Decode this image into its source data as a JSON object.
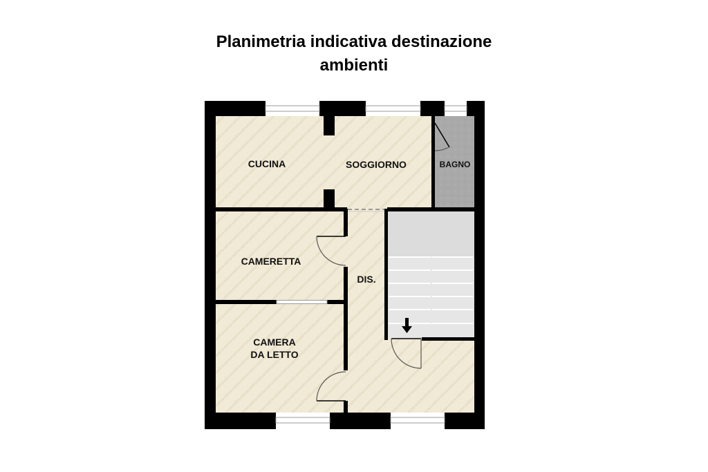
{
  "title": {
    "line1": "Planimetria indicativa destinazione",
    "line2": "ambienti"
  },
  "rooms": {
    "cucina": "CUCINA",
    "soggiorno": "SOGGIORNO",
    "bagno": "BAGNO",
    "cameretta": "CAMERETTA",
    "dis": "DIS.",
    "camera_line1": "CAMERA",
    "camera_line2": "DA LETTO"
  },
  "colors": {
    "floor": "#f1ead6",
    "bagno_floor": "#a9a9a9",
    "stairs": "#e6e6e6",
    "wall": "#000000",
    "window": "#cccccc"
  },
  "icons": {
    "stairs_direction": "arrow-down-icon"
  }
}
